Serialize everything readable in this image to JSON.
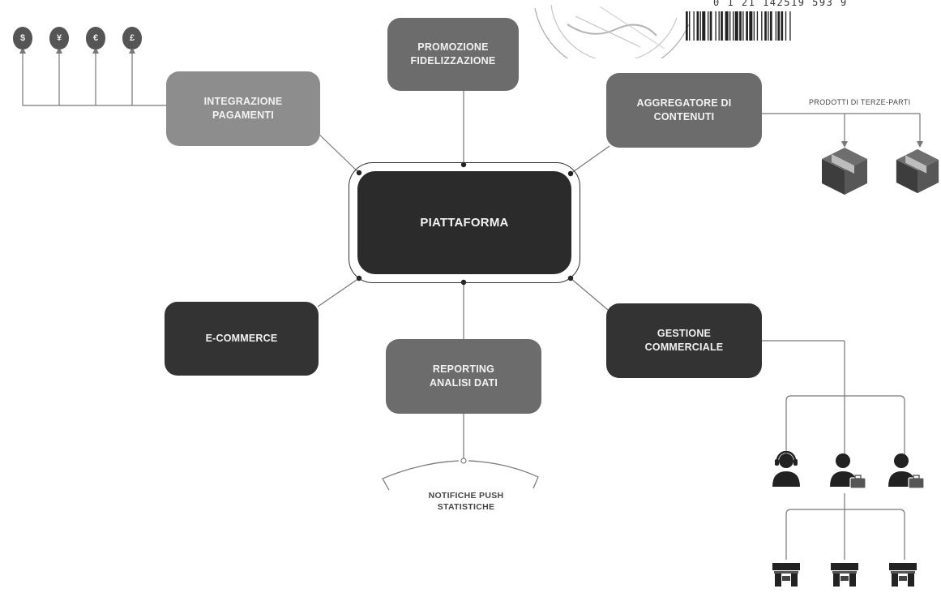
{
  "diagram": {
    "center": "PIATTAFORMA",
    "nodes": {
      "promozione": [
        "PROMOZIONE",
        "FIDELIZZAZIONE"
      ],
      "integrazione": [
        "INTEGRAZIONE",
        "PAGAMENTI"
      ],
      "aggregatore": [
        "AGGREGATORE DI",
        "CONTENUTI"
      ],
      "ecommerce": [
        "E-COMMERCE"
      ],
      "reporting": [
        "REPORTING",
        "ANALISI DATI"
      ],
      "gestione": [
        "GESTIONE",
        "COMMERCIALE"
      ]
    },
    "currencies": [
      "$",
      "¥",
      "€",
      "£"
    ],
    "third_party_label": "PRODOTTI DI TERZE-PARTI",
    "notifications": [
      "NOTIFICHE PUSH",
      "STATISTICHE"
    ]
  },
  "document": {
    "barcode_number": "0 1 21 142519 593 9"
  },
  "icons": {
    "currency": "balloon-icon",
    "product": "box-icon",
    "support": "headset-person-icon",
    "sales": "person-briefcase-icon",
    "store": "store-icon"
  },
  "colors": {
    "dark": "#333333",
    "mid": "#6c6c6c",
    "light": "#8d8d8d",
    "line": "#666666"
  }
}
